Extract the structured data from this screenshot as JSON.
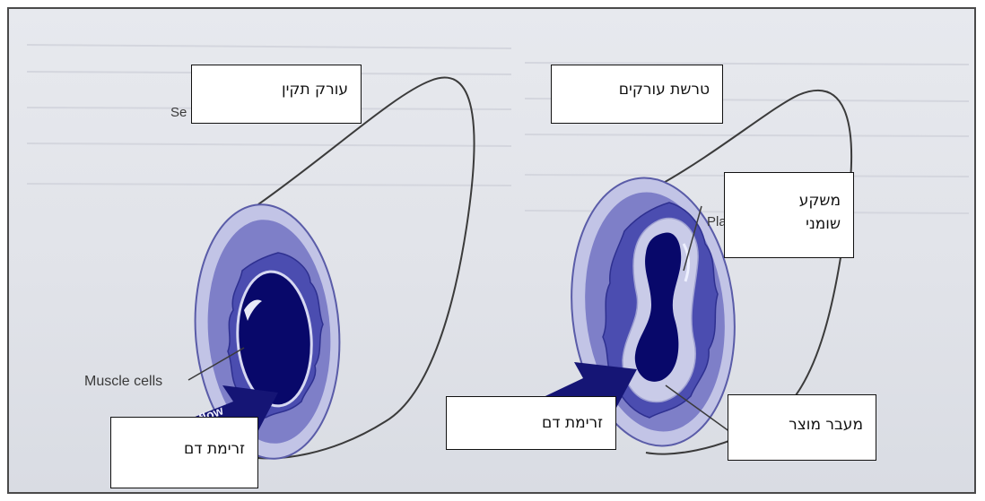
{
  "colors": {
    "outer_wall": "#c2c4e6",
    "mid_wall": "#7e7fc8",
    "inner_layer": "#4b4db0",
    "lumen": "#08086a",
    "plaque": "#c9cbe8",
    "arrow": "#151575"
  },
  "diagram": {
    "normal_artery": {
      "label": "עורק תקין",
      "partial_text_behind_label": "Se",
      "muscle_cells_text": "Muscle cells",
      "arrow_text": "flow",
      "blood_flow_label": "זרימת דם"
    },
    "atherosclerosis": {
      "label": "טרשת עורקים",
      "partial_text_behind_label": "Pla",
      "plaque_label_line1": "משקע",
      "plaque_label_line2": "שומני",
      "blood_flow_label": "זרימת דם",
      "narrowing_label": "מעבר מוצר"
    }
  }
}
